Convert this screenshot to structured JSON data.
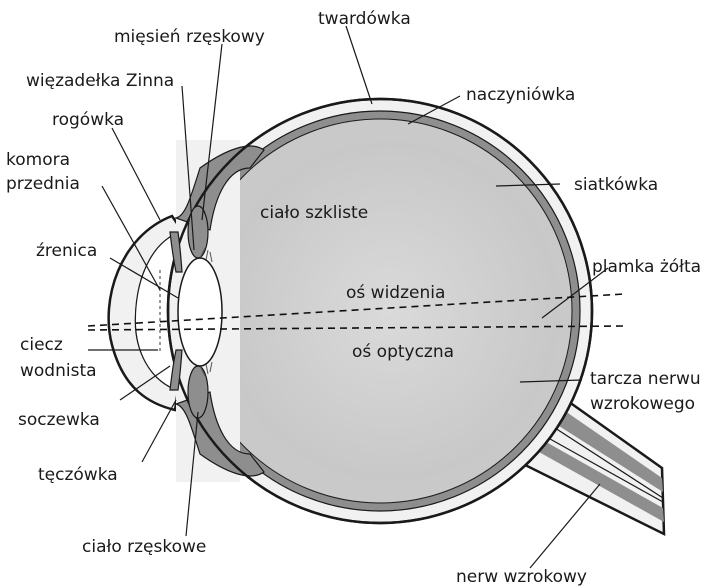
{
  "labels": {
    "miesien": "mięsień rzęskowy",
    "twardowka": "twardówka",
    "wiezadelka": "więzadełka Zinna",
    "rogowka": "rogówka",
    "naczyniowka": "naczyniówka",
    "komora1": "komora",
    "komora2": "przednia",
    "siatkowka": "siatkówka",
    "cialo_szkliste": "ciało szkliste",
    "zrenica": "źrenica",
    "plamka": "plamka żółta",
    "os_widzenia": "oś widzenia",
    "os_optyczna": "oś optyczna",
    "ciecz1": "ciecz",
    "ciecz2": "wodnista",
    "tarcza1": "tarcza nerwu",
    "tarcza2": "wzrokowego",
    "soczewka": "soczewka",
    "teczowka": "tęczówka",
    "cialo_rzeskowe": "ciało rzęskowe",
    "nerw": "nerw wzrokowy"
  },
  "colors": {
    "sclera": "#f1f1f1",
    "choroid": "#8e8e8e",
    "retina": "#c9c9c9",
    "vitreous": "#d4d4d4",
    "outline": "#1a1a1a"
  }
}
